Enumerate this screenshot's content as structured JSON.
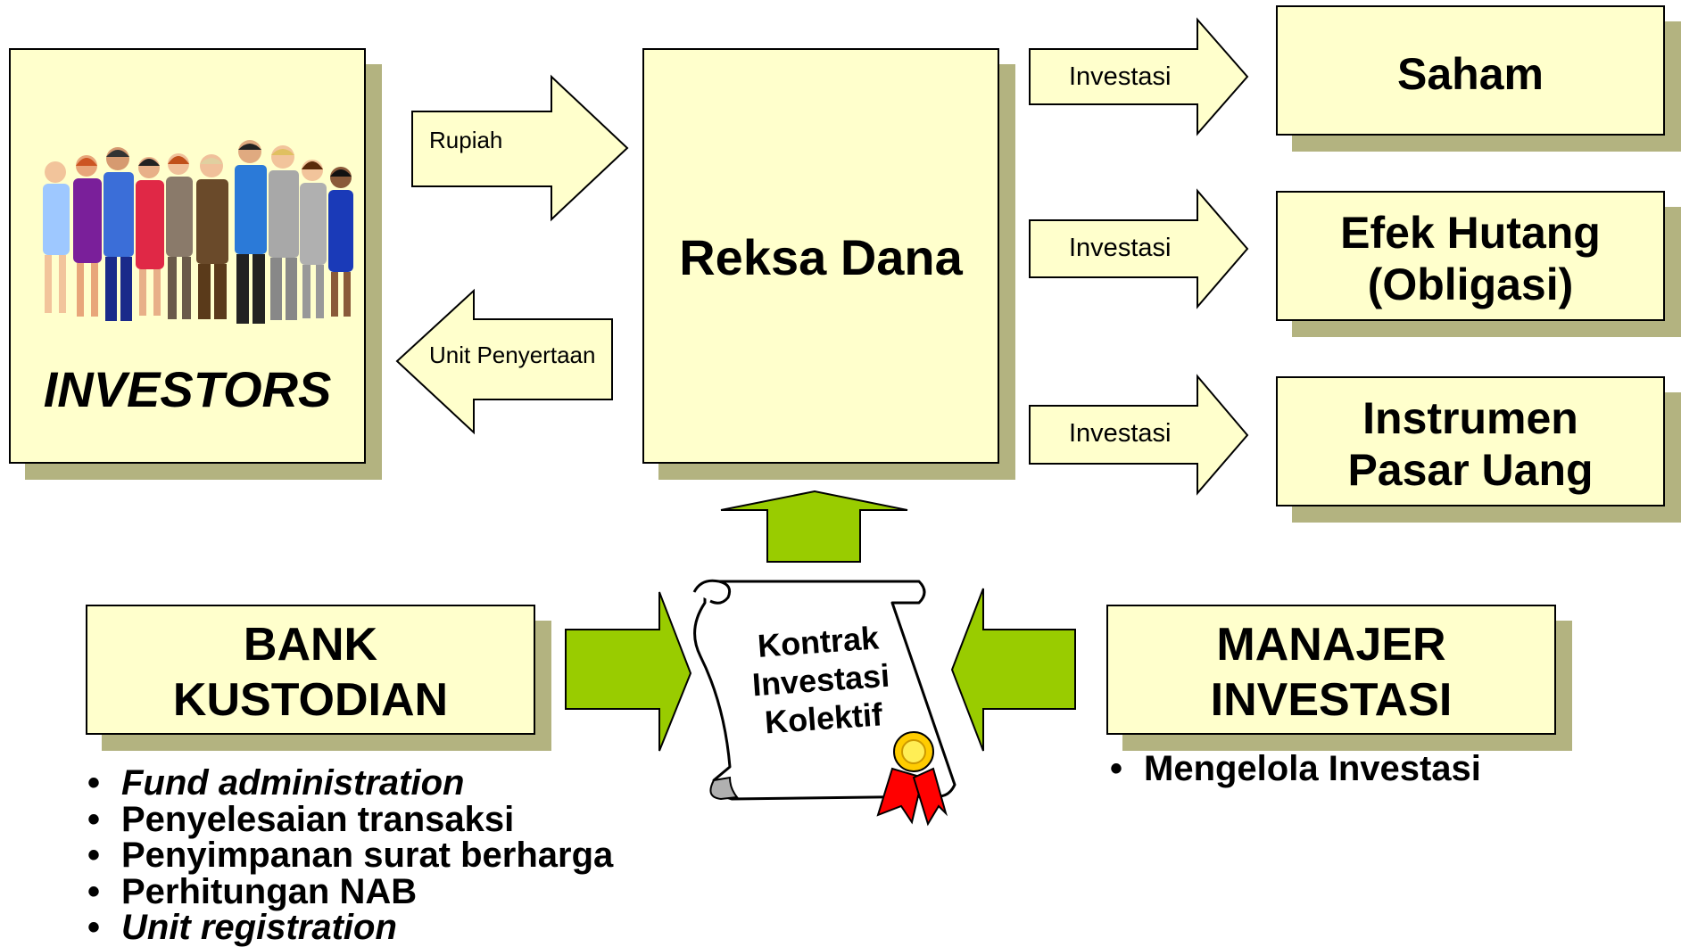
{
  "investors": {
    "label": "INVESTORS"
  },
  "reksa_dana": {
    "label": "Reksa Dana"
  },
  "targets": [
    {
      "lines": [
        "Saham"
      ]
    },
    {
      "lines": [
        "Efek Hutang",
        "(Obligasi)"
      ]
    },
    {
      "lines": [
        "Instrumen",
        "Pasar Uang"
      ]
    }
  ],
  "flows": {
    "rupiah": "Rupiah",
    "unit_penyertaan": "Unit Penyertaan",
    "investasi": [
      "Investasi",
      "Investasi",
      "Investasi"
    ]
  },
  "kontrak": {
    "lines": [
      "Kontrak",
      "Investasi",
      "Kolektif"
    ]
  },
  "bank": {
    "lines": [
      "BANK",
      "KUSTODIAN"
    ],
    "duties": [
      {
        "text": "Fund administration",
        "italic": true
      },
      {
        "text": "Penyelesaian transaksi",
        "italic": false
      },
      {
        "text": "Penyimpanan surat berharga",
        "italic": false
      },
      {
        "text": "Perhitungan NAB",
        "italic": false
      },
      {
        "text": "Unit registration",
        "italic": true
      }
    ]
  },
  "manajer": {
    "lines": [
      "MANAJER",
      "INVESTASI"
    ],
    "duties": [
      {
        "text": "Mengelola Investasi",
        "italic": false
      }
    ]
  },
  "bullet_char": "•",
  "colors": {
    "box_fill": "#ffffcc",
    "shadow": "#b3b380",
    "green": "#99cc00",
    "seal_red": "#ff0000",
    "seal_gold": "#ffcc00"
  }
}
